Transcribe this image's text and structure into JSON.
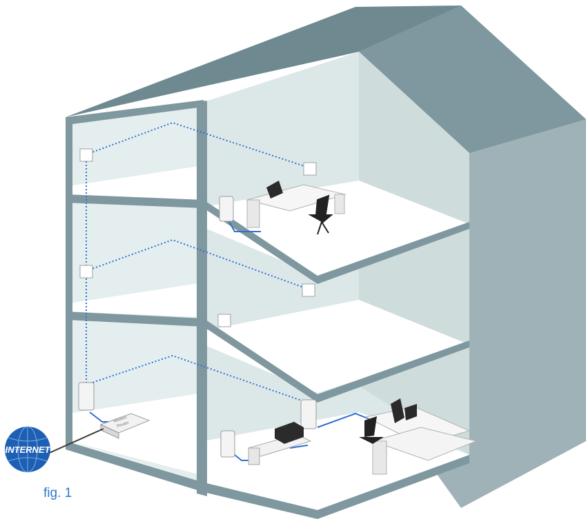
{
  "diagram": {
    "internet_label": "INTERNET",
    "router_label_line1": "Modem",
    "router_label_line2": "Router",
    "caption": "fig. 1"
  },
  "colors": {
    "wall_outer": "#7f979e",
    "wall_side": "#9fb2b7",
    "wall_inner": "#dce8e8",
    "floor": "#ffffff",
    "roof_dark": "#6b858c",
    "network_line": "#2d6fd0",
    "internet_globe": "#1d5fb3",
    "caption": "#2d79c7"
  }
}
